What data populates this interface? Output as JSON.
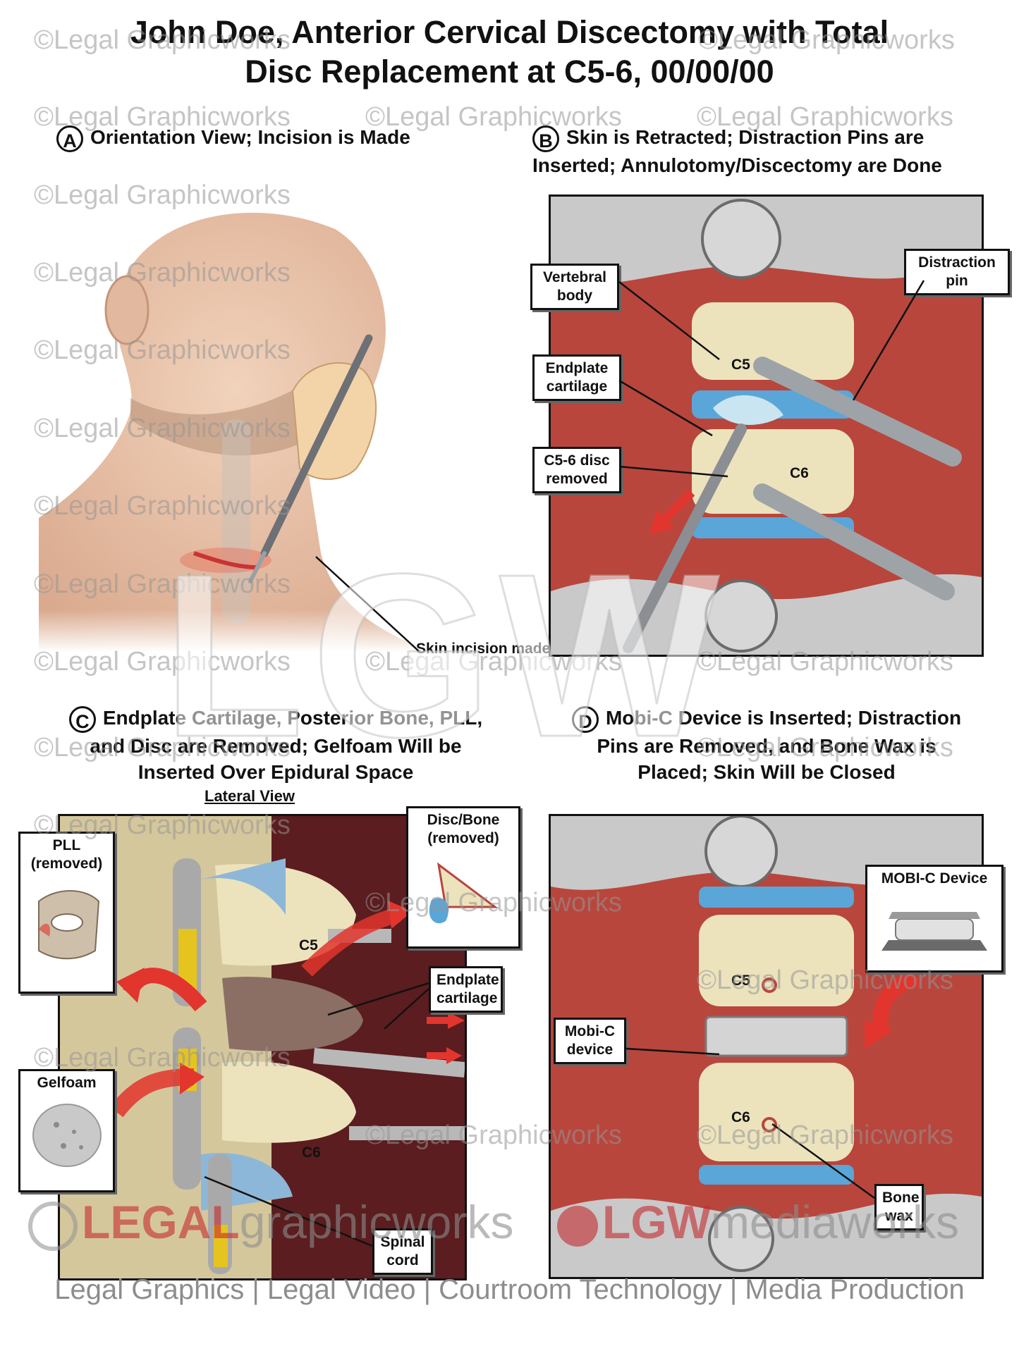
{
  "title_line1": "John Doe, Anterior Cervical Discectomy with Total",
  "title_line2": "Disc Replacement at C5-6, 00/00/00",
  "panels": {
    "a": {
      "letter": "A",
      "heading": "Orientation View; Incision is Made",
      "label_skin_incision": "Skin incision made"
    },
    "b": {
      "letter": "B",
      "heading_line1": "Skin is Retracted; Distraction Pins are",
      "heading_line2": "Inserted; Annulotomy/Discectomy are Done",
      "label_vertebral_body": "Vertebral body",
      "label_distraction_pin": "Distraction pin",
      "label_endplate_cartilage": "Endplate cartilage",
      "label_disc_removed": "C5-6 disc removed",
      "tag_c5": "C5",
      "tag_c6": "C6"
    },
    "c": {
      "letter": "C",
      "heading_line1": "Endplate Cartilage, Posterior Bone, PLL,",
      "heading_line2": "and Disc are Removed; Gelfoam Will be",
      "heading_line3": "Inserted Over Epidural Space",
      "subheading": "Lateral View",
      "label_pll": "PLL (removed)",
      "label_disc_bone": "Disc/Bone (removed)",
      "label_endplate": "Endplate cartilage",
      "label_gelfoam": "Gelfoam",
      "label_spinal_cord": "Spinal cord",
      "tag_c5": "C5",
      "tag_c6": "C6"
    },
    "d": {
      "letter": "D",
      "heading_line1": "Mobi-C Device is Inserted; Distraction",
      "heading_line2": "Pins are Removed, and Bone Wax is",
      "heading_line3": "Placed; Skin Will be Closed",
      "label_mobic_device_top": "MOBI-C Device",
      "label_mobic_device": "Mobi-C device",
      "label_bone_wax": "Bone wax",
      "tag_c5": "C5",
      "tag_c6": "C6"
    }
  },
  "watermark": "©Legal Graphicworks",
  "big_watermark": "LGW",
  "brand_left_1": "LEGAL",
  "brand_left_2": "graphicworks",
  "brand_right_1": "LGW",
  "brand_right_2": "mediaworks",
  "footer": "Legal Graphics | Legal Video | Courtroom Technology | Media Production",
  "colors": {
    "tissue": "#b8463c",
    "bone": "#ece3bd",
    "disc_blue": "#5aa6d8",
    "arrow_red": "#e2352d",
    "metal": "#b9bcc0"
  }
}
